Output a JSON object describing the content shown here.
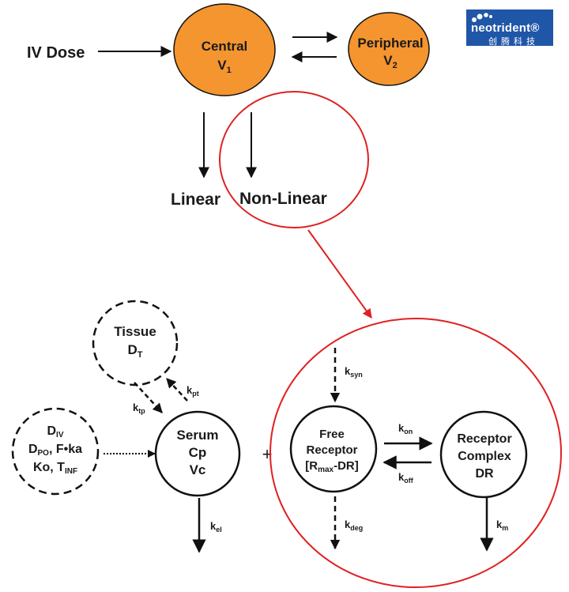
{
  "logo": {
    "word": "neotrident®",
    "chinese": "创腾科技",
    "bg_color": "#1f56a8"
  },
  "colors": {
    "compartment_fill": "#f4952f",
    "highlight": "#e02020",
    "line": "#111111"
  },
  "top_model": {
    "iv_dose": "IV Dose",
    "central": {
      "line1": "Central",
      "line2_main": "V",
      "line2_sub": "1"
    },
    "peripheral": {
      "line1": "Peripheral",
      "line2_main": "V",
      "line2_sub": "2"
    },
    "linear": "Linear",
    "nonlinear": "Non-Linear"
  },
  "bottom_model": {
    "tissue": {
      "line1": "Tissue",
      "line2_main": "D",
      "line2_sub": "T"
    },
    "dose": {
      "row1_main": "D",
      "row1_sub": "IV",
      "row2_main": "D",
      "row2_sub": "PO",
      "row2_rest": ", F•ka",
      "row3_a": "Ko, T",
      "row3_sub": "INF"
    },
    "serum": {
      "line1": "Serum",
      "line2": "Cp",
      "line3": "Vc"
    },
    "free_receptor": {
      "line1": "Free",
      "line2": "Receptor",
      "line3_a": "[R",
      "line3_sub": "max",
      "line3_b": "-DR]"
    },
    "complex": {
      "line1": "Receptor",
      "line2": "Complex",
      "line3": "DR"
    },
    "plus_sign": "+",
    "rates": {
      "kpt": {
        "main": "k",
        "sub": "pt"
      },
      "ktp": {
        "main": "k",
        "sub": "tp"
      },
      "kel": {
        "main": "k",
        "sub": "el"
      },
      "ksyn": {
        "main": "k",
        "sub": "syn"
      },
      "kdeg": {
        "main": "k",
        "sub": "deg"
      },
      "kon": {
        "main": "k",
        "sub": "on"
      },
      "koff": {
        "main": "k",
        "sub": "off"
      },
      "km": {
        "main": "k",
        "sub": "m"
      }
    }
  }
}
